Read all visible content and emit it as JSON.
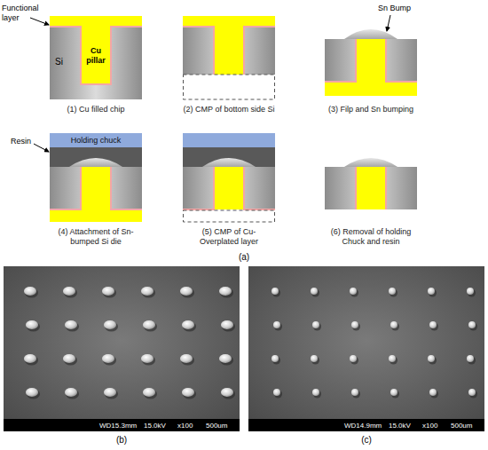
{
  "diagram": {
    "nodes": [
      {
        "text": [
          "Holding chuck"
        ]
      }
    ],
    "labels": [
      "Functional layer",
      "Cu pillar",
      "Si",
      "Sn Bump",
      "(1) Cu filled chip",
      "(2) CMP of bottom side Si",
      "(3) Filp and Sn bumping",
      "Resin",
      "(4) Attachment of Sn-bumped Si die",
      "(5) CMP of Cu-Overplated layer",
      "(6) Removal of holding Chuck and resin",
      "(a)",
      "WD15.3mm",
      "15.0kV",
      "x100",
      "500um",
      "WD14.9mm",
      "15.0kV",
      "x100",
      "500um",
      "(b)",
      "(c)"
    ]
  }
}
